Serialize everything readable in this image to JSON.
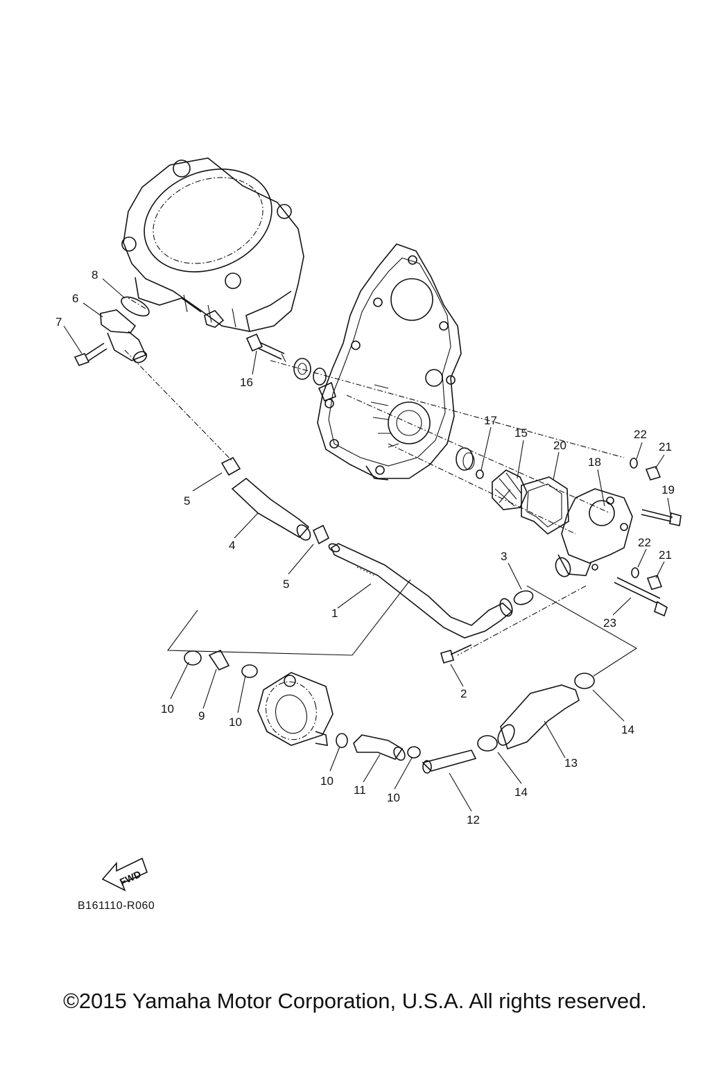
{
  "diagram": {
    "callouts": {
      "c1": "1",
      "c2": "2",
      "c3": "3",
      "c4": "4",
      "c5a": "5",
      "c5b": "5",
      "c6": "6",
      "c7": "7",
      "c8": "8",
      "c9": "9",
      "c10a": "10",
      "c10b": "10",
      "c10c": "10",
      "c10d": "10",
      "c11": "11",
      "c12": "12",
      "c13": "13",
      "c14a": "14",
      "c14b": "14",
      "c15": "15",
      "c16": "16",
      "c17": "17",
      "c18": "18",
      "c19": "19",
      "c20": "20",
      "c21a": "21",
      "c21b": "21",
      "c22a": "22",
      "c22b": "22",
      "c23": "23"
    },
    "fwd_label": "FWD",
    "drawing_code": "B161110-R060"
  },
  "footer": {
    "copyright": "©2015 Yamaha Motor Corporation, U.S.A. All rights reserved."
  }
}
